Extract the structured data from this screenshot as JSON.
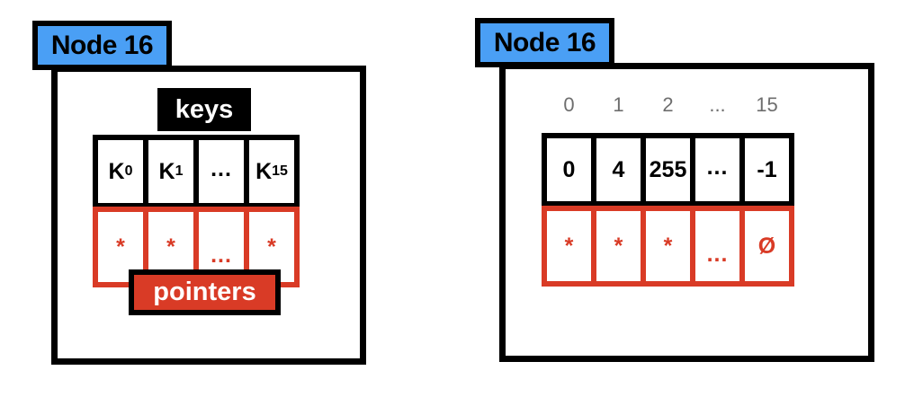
{
  "colors": {
    "accent_blue": "#4a9ff5",
    "pointer_red": "#d93b26",
    "black": "#000000",
    "index_gray": "#6e6e6e",
    "white": "#ffffff"
  },
  "left_panel": {
    "node_title": "Node 16",
    "keys_label": "keys",
    "pointers_label": "pointers",
    "keys_cells": [
      {
        "base": "K",
        "sub": "0"
      },
      {
        "base": "K",
        "sub": "1"
      },
      {
        "base": "...",
        "sub": ""
      },
      {
        "base": "K",
        "sub": "15"
      }
    ],
    "pointer_cells": [
      "*",
      "*",
      "...",
      "*"
    ]
  },
  "right_panel": {
    "node_title": "Node 16",
    "index_labels": [
      "0",
      "1",
      "2",
      "...",
      "15"
    ],
    "keys_cells": [
      "0",
      "4",
      "255",
      "...",
      "-1"
    ],
    "pointer_cells": [
      "*",
      "*",
      "*",
      "...",
      "Ø"
    ]
  }
}
